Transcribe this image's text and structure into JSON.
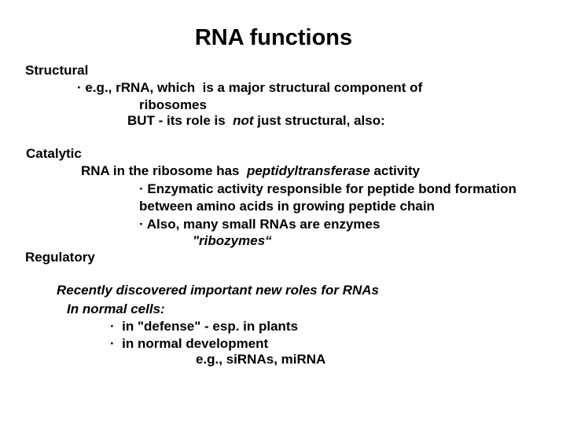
{
  "title": "RNA functions",
  "colors": {
    "background": "#ffffff",
    "text": "#000000"
  },
  "structural": {
    "heading": "Structural",
    "eg_line": "· e.g., rRNA, which  is a major structural component of",
    "ribosomes_line": "ribosomes",
    "but_pre": "BUT - its role is  ",
    "but_italic": "not",
    "but_post": " just structural, also:"
  },
  "catalytic": {
    "heading": "Catalytic",
    "ribosome_pre": "RNA in the ribosome has  ",
    "ribosome_italic": "peptidyltransferase",
    "ribosome_post": " activity",
    "enzymatic_line": "· Enzymatic activity responsible for peptide bond formation",
    "between_line": "between amino acids in growing peptide chain",
    "also_line": "· Also, many small RNAs are enzymes",
    "ribozymes_line": "\"ribozymes“"
  },
  "regulatory": {
    "heading": "Regulatory",
    "recently_line": "Recently discovered important new roles for RNAs",
    "normal_cells_line": "In normal cells:",
    "defense_line": "·  in \"defense\" - esp. in plants",
    "development_line": "·  in normal development",
    "examples_line": "e.g., siRNAs, miRNA"
  }
}
